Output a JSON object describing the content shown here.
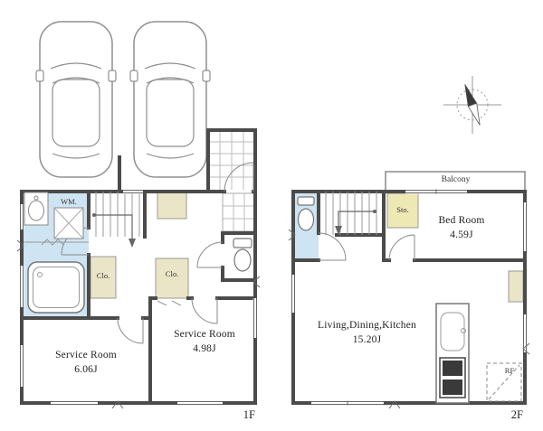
{
  "colors": {
    "wall": "#4b4b4b",
    "water_area": "#cfe4f2",
    "closet": "#e9e5c6",
    "storage": "#eee8b4",
    "thin_line": "#888888"
  },
  "floor1": {
    "floor_label": "1F",
    "washer": "WM.",
    "closet_1": "Clo.",
    "closet_2": "Clo.",
    "service_room_1": {
      "name": "Service Room",
      "area": "6.06J"
    },
    "service_room_2": {
      "name": "Service Room",
      "area": "4.98J"
    }
  },
  "floor2": {
    "floor_label": "2F",
    "balcony": "Balcony",
    "storage": "Sto.",
    "bed_room": {
      "name": "Bed Room",
      "area": "4.59J"
    },
    "living_dining_kitchen": {
      "name": "Living,Dining,Kitchen",
      "area": "15.20J"
    },
    "refrigerator": "RF"
  }
}
